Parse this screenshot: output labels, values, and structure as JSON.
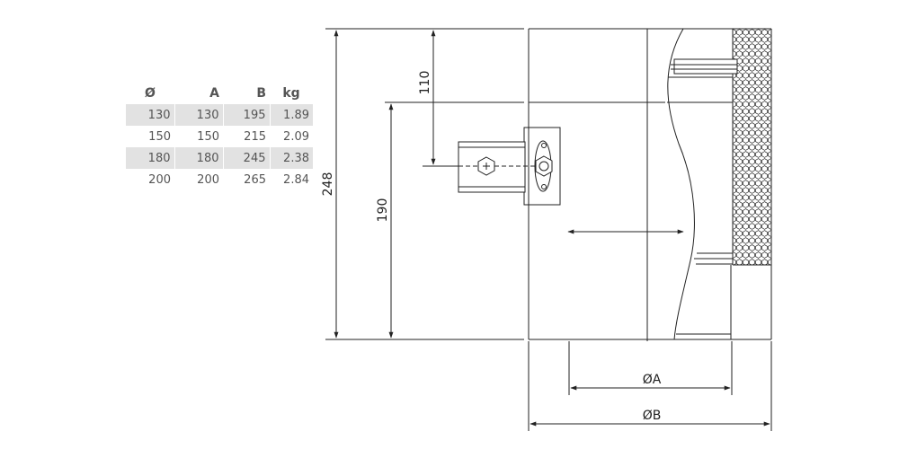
{
  "table": {
    "headers": [
      "Ø",
      "A",
      "B",
      "kg"
    ],
    "rows": [
      [
        "130",
        "130",
        "195",
        "1.89"
      ],
      [
        "150",
        "150",
        "215",
        "2.09"
      ],
      [
        "180",
        "180",
        "245",
        "2.38"
      ],
      [
        "200",
        "200",
        "265",
        "2.84"
      ]
    ]
  },
  "dimensions": {
    "height_total": "248",
    "height_bracket": "190",
    "height_top": "110",
    "diameter_a": "ØA",
    "diameter_b": "ØB"
  },
  "colors": {
    "line": "#222222",
    "table_shade": "#e2e2e2",
    "text": "#555555"
  }
}
